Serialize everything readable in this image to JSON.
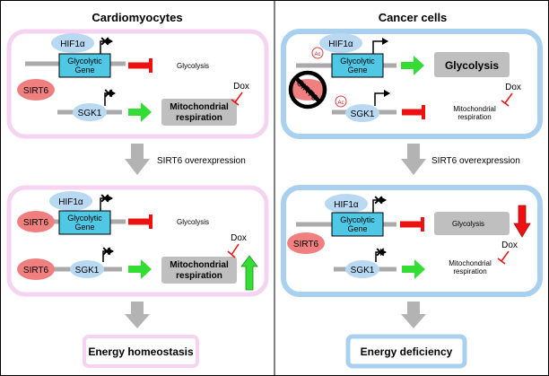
{
  "left": {
    "title": "Cardiomyocytes",
    "top": {
      "hif": "HIF1α",
      "gene_line1": "Glycolytic",
      "gene_line2": "Gene",
      "sirt6": "SIRT6",
      "glycolysis": "Glycolysis",
      "dox": "Dox",
      "sgk1": "SGK1",
      "mito_line1": "Mitochondrial",
      "mito_line2": "respiration"
    },
    "transition": "SIRT6 overexpression",
    "bottom": {
      "hif": "HIF1α",
      "sirt6_a": "SIRT6",
      "gene_line1": "Glycolytic",
      "gene_line2": "Gene",
      "glycolysis": "Glycolysis",
      "dox": "Dox",
      "sirt6_b": "SIRT6",
      "sgk1": "SGK1",
      "mito_line1": "Mitochondrial",
      "mito_line2": "respiration"
    },
    "outcome": "Energy homeostasis"
  },
  "right": {
    "title": "Cancer cells",
    "top": {
      "hif": "HIF1α",
      "ac1": "Ac",
      "gene_line1": "Glycolytic",
      "gene_line2": "Gene",
      "sirt6": "SIRT6",
      "glycolysis": "Glycolysis",
      "ac2": "Ac",
      "sgk1": "SGK1",
      "dox": "Dox",
      "mito_line1": "Mitochondrial",
      "mito_line2": "respiration"
    },
    "transition": "SIRT6 overexpression",
    "bottom": {
      "hif": "HIF1α",
      "gene_line1": "Glycolytic",
      "gene_line2": "Gene",
      "glycolysis": "Glycolysis",
      "sirt6": "SIRT6",
      "dox": "Dox",
      "sgk1": "SGK1",
      "mito_line1": "Mitochondrial",
      "mito_line2": "respiration"
    },
    "outcome": "Energy deficiency"
  },
  "colors": {
    "cardio_border": "#f6d3f0",
    "cancer_border": "#a9d0ef",
    "hif_oval": "#b9d9f3",
    "sirt6_oval": "#f08080",
    "gene_box": "#4fc8e6",
    "grey_box": "#bfbfbf",
    "green_arrow": "#33dd33",
    "red_block": "#ee1111",
    "down_arrow": "#b3b3b3"
  }
}
